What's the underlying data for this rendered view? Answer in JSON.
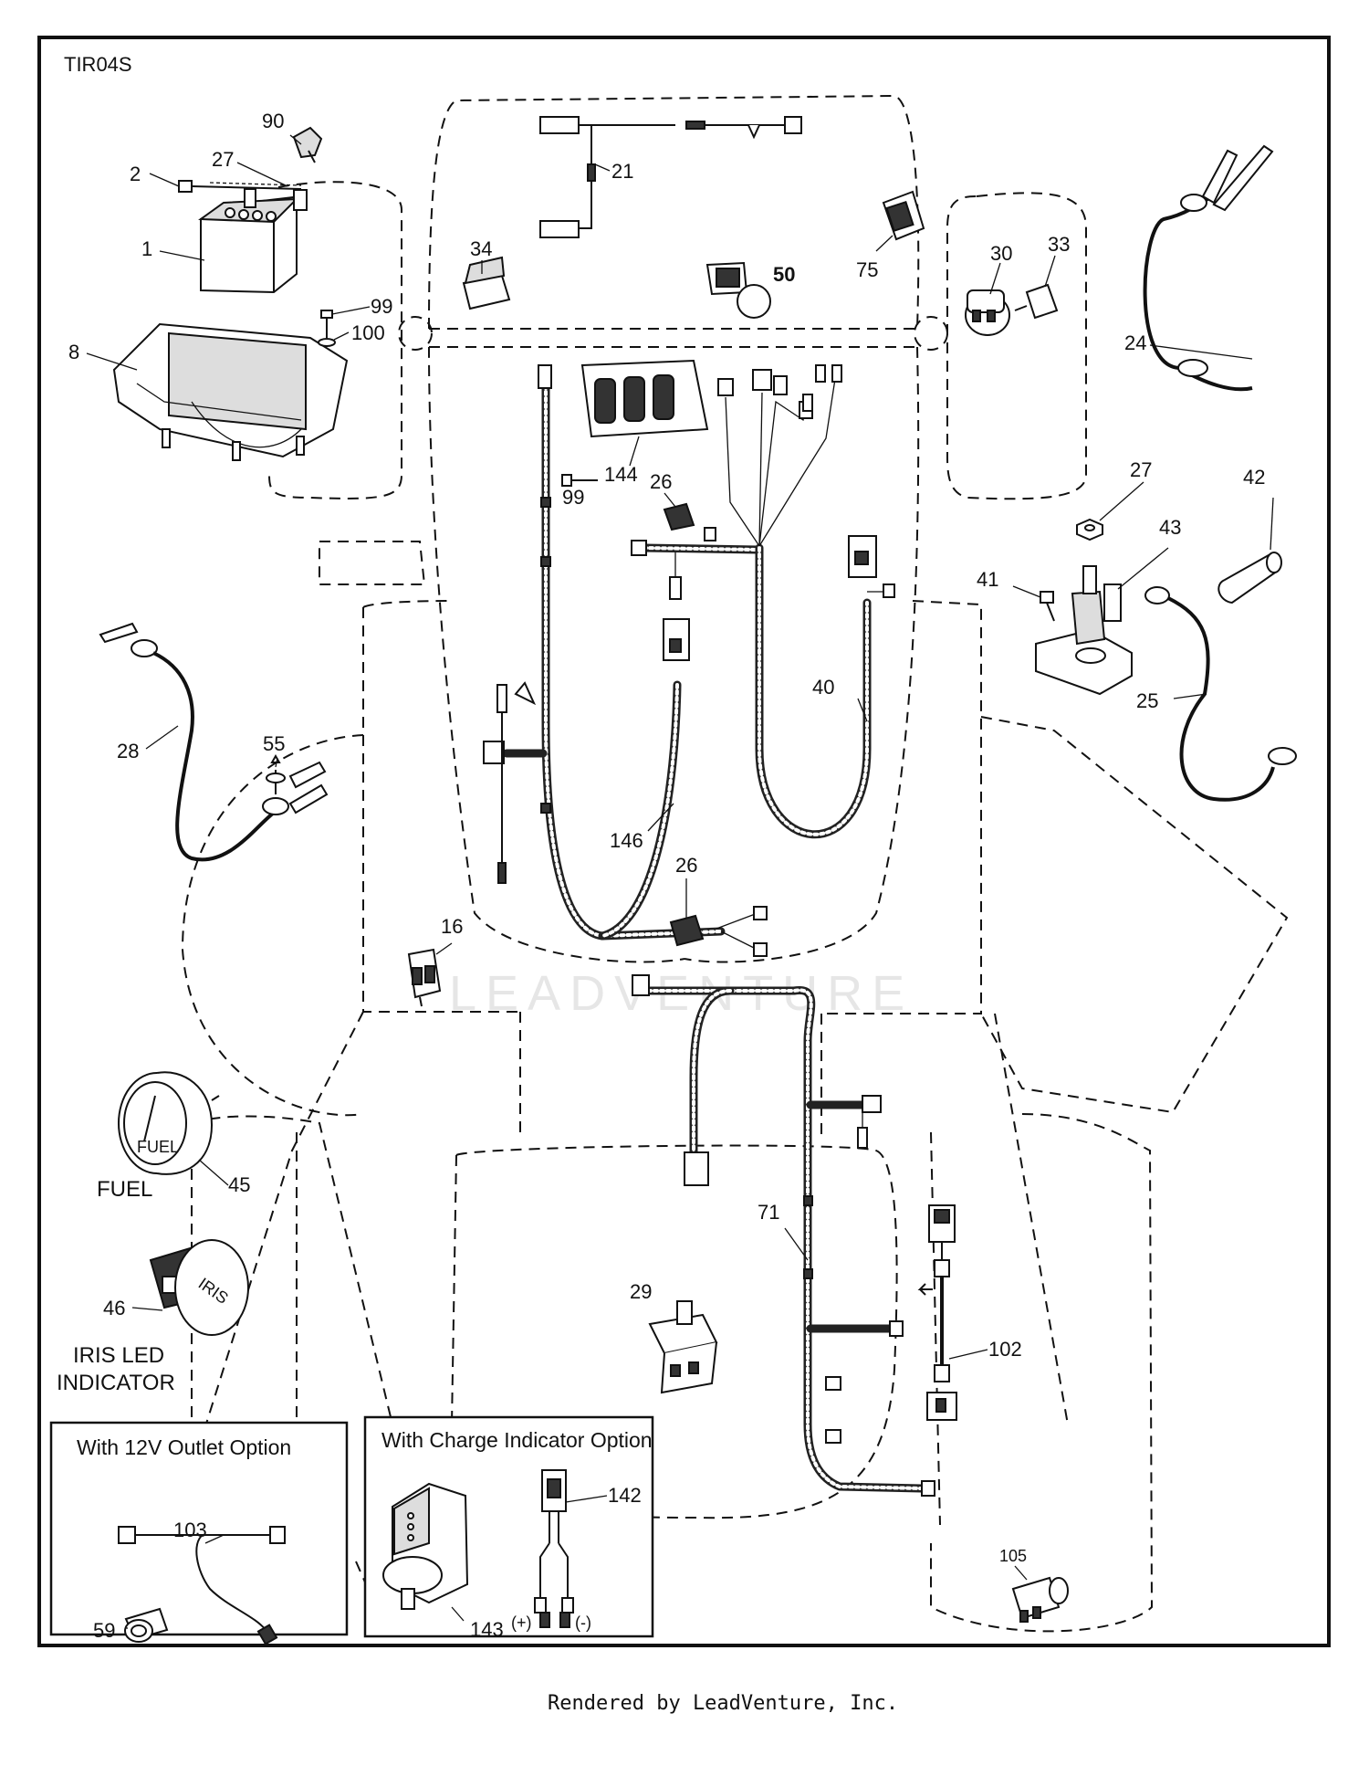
{
  "diagram": {
    "code": "TIR04S",
    "footer": "Rendered by LeadVenture, Inc.",
    "watermark": "LEADVENTURE",
    "captions": {
      "fuel": "FUEL",
      "iris_line1": "IRIS LED",
      "iris_line2": "INDICATOR",
      "iris_face": "IRIS",
      "fuel_face": "FUEL"
    },
    "insets": {
      "outlet_title": "With 12V Outlet Option",
      "charge_title": "With Charge Indicator Option",
      "plus": "(+)",
      "minus": "(-)"
    },
    "callouts": {
      "c90": "90",
      "c2": "2",
      "c27a": "27",
      "c1": "1",
      "c99a": "99",
      "c100": "100",
      "c8": "8",
      "c21": "21",
      "c34": "34",
      "c50": "50",
      "c75": "75",
      "c30": "30",
      "c33": "33",
      "c24": "24",
      "c144": "144",
      "c26a": "26",
      "c99b": "99",
      "c27b": "27",
      "c42": "42",
      "c43": "43",
      "c41": "41",
      "c25": "25",
      "c40": "40",
      "c28": "28",
      "c55": "55",
      "c146": "146",
      "c26b": "26",
      "c16": "16",
      "c45": "45",
      "c46": "46",
      "c71": "71",
      "c29": "29",
      "c102": "102",
      "c103": "103",
      "c59": "59",
      "c142": "142",
      "c143": "143",
      "c105": "105"
    }
  }
}
